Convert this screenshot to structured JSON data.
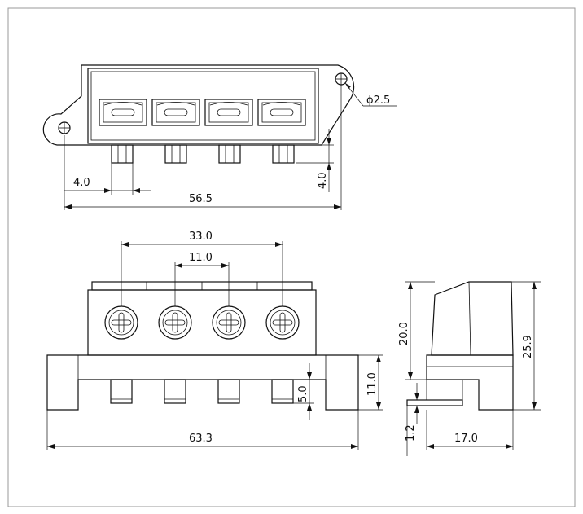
{
  "dimensions": {
    "hole_diameter": "ϕ2.5",
    "pin_pitch_small": "4.0",
    "overall_top_length": "56.5",
    "pin_length_top": "4.0",
    "screw_pitch_outer": "33.0",
    "screw_pitch_inner": "11.0",
    "pin_length_front": "5.0",
    "base_height": "11.0",
    "overall_length": "63.3",
    "body_height": "20.0",
    "total_height": "25.9",
    "pin_offset": "1.2",
    "side_width": "17.0"
  }
}
